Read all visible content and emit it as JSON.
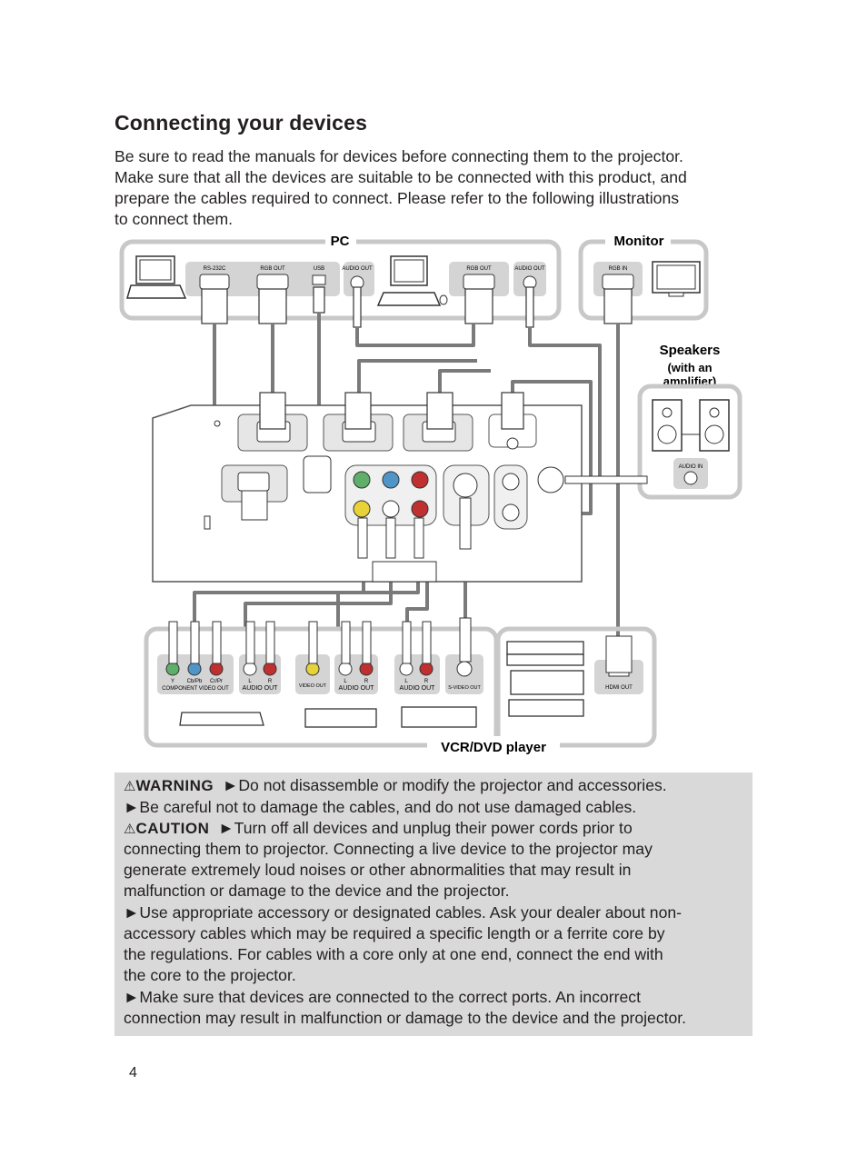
{
  "page": {
    "title": "Connecting your devices",
    "intro_lines": [
      "Be sure to read the manuals for devices before connecting them to the projector.",
      "Make sure that all the devices are suitable to be connected with this product, and",
      "prepare the cables required to connect. Please refer to the following illustrations",
      "to connect them."
    ],
    "page_number": "4"
  },
  "diagram": {
    "group_pc": "PC",
    "group_monitor": "Monitor",
    "group_speakers": "Speakers",
    "group_speakers_note_1": "(with an",
    "group_speakers_note_2": "amplifier)",
    "group_vcr": "VCR/DVD player",
    "ports": {
      "rs232c": "RS-232C",
      "rgb_out_1": "RGB OUT",
      "usb": "USB",
      "audio_out_1": "AUDIO OUT",
      "rgb_out_2": "RGB OUT",
      "audio_out_2": "AUDIO OUT",
      "rgb_in": "RGB IN",
      "audio_in": "AUDIO IN",
      "y": "Y",
      "cb_pb": "Cb/Pb",
      "cr_pr": "Cr/Pr",
      "component_video_out": "COMPONENT VIDEO OUT",
      "l1": "L",
      "r1": "R",
      "audio_out_3": "AUDIO OUT",
      "video_out": "VIDEO OUT",
      "l2": "L",
      "r2": "R",
      "audio_out_4": "AUDIO OUT",
      "l3": "L",
      "r3": "R",
      "audio_out_5": "AUDIO OUT",
      "s_video_out": "S-VIDEO OUT",
      "hdmi_out": "HDMI OUT"
    }
  },
  "warning": {
    "warning_label": "WARNING",
    "warning_text": "►Do not disassemble or modify the projector and accessories.",
    "line2": "►Be careful not to damage the cables, and do not use damaged cables.",
    "caution_label": "CAUTION",
    "caution_text": "►Turn off all devices and unplug their power cords prior to",
    "line4": "connecting them to projector. Connecting a live device to the projector may",
    "line5": "generate extremely loud noises or other abnormalities that may result in",
    "line6": "malfunction or damage to the device and the projector.",
    "line7": "►Use appropriate accessory or designated cables. Ask your dealer about non-",
    "line8": "accessory cables which may be required a specific length or a ferrite core by",
    "line9": "the regulations. For cables with a core only at one end, connect the end with",
    "line10": "the core to the projector.",
    "line11": "►Make sure that devices are connected to the correct ports. An incorrect",
    "line12": "connection may result in malfunction or damage to the device and the projector."
  },
  "colors": {
    "box_gray": "#d9d9d9",
    "cable_gray": "#7a7a7a",
    "panel_outline": "#c8c8c8"
  }
}
